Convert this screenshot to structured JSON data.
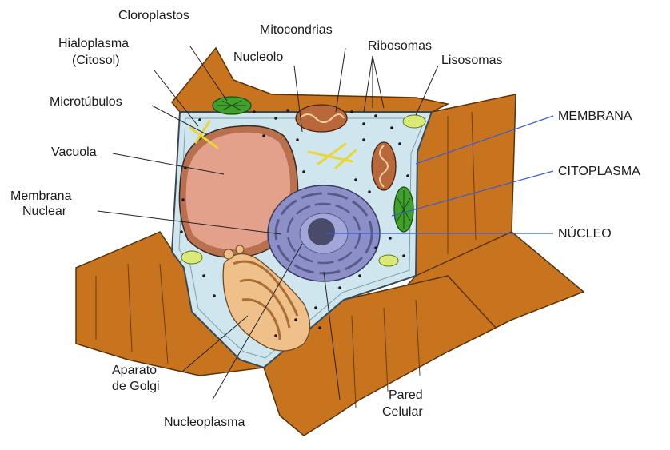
{
  "diagram": {
    "labels": {
      "cloroplastos": "Cloroplastos",
      "mitocondrias": "Mitocondrias",
      "hialoplasma_line1": "Hialoplasma",
      "hialoplasma_line2": "(Citosol)",
      "nucleolo": "Nucleolo",
      "ribosomas": "Ribosomas",
      "lisosomas": "Lisosomas",
      "microtubulos": "Microtúbulos",
      "membrana": "MEMBRANA",
      "vacuola": "Vacuola",
      "citoplasma": "CITOPLASMA",
      "membrana_nuclear_line1": "Membrana",
      "membrana_nuclear_line2": "Nuclear",
      "nucleo": "NÚCLEO",
      "aparato_golgi_line1": "Aparato",
      "aparato_golgi_line2": "de Golgi",
      "pared_line1": "Pared",
      "pared_line2": "Celular",
      "nucleoplasma": "Nucleoplasma"
    },
    "colors": {
      "wall": "#c8741f",
      "wall_dark": "#a65a12",
      "cytoplasm": "#cfe6ee",
      "vacuole": "#e3a08a",
      "vacuole_dark": "#b9704f",
      "golgi": "#f0c08a",
      "nucleus": "#8c8fc8",
      "nucleolus": "#4a4a6a",
      "chloroplast": "#3fa02c",
      "lysosome": "#d9ea76",
      "mitochondria": "#b8683a",
      "microtubule": "#f2e44a",
      "blue_leader": "#3b5bd6",
      "black_leader": "#222222"
    }
  }
}
